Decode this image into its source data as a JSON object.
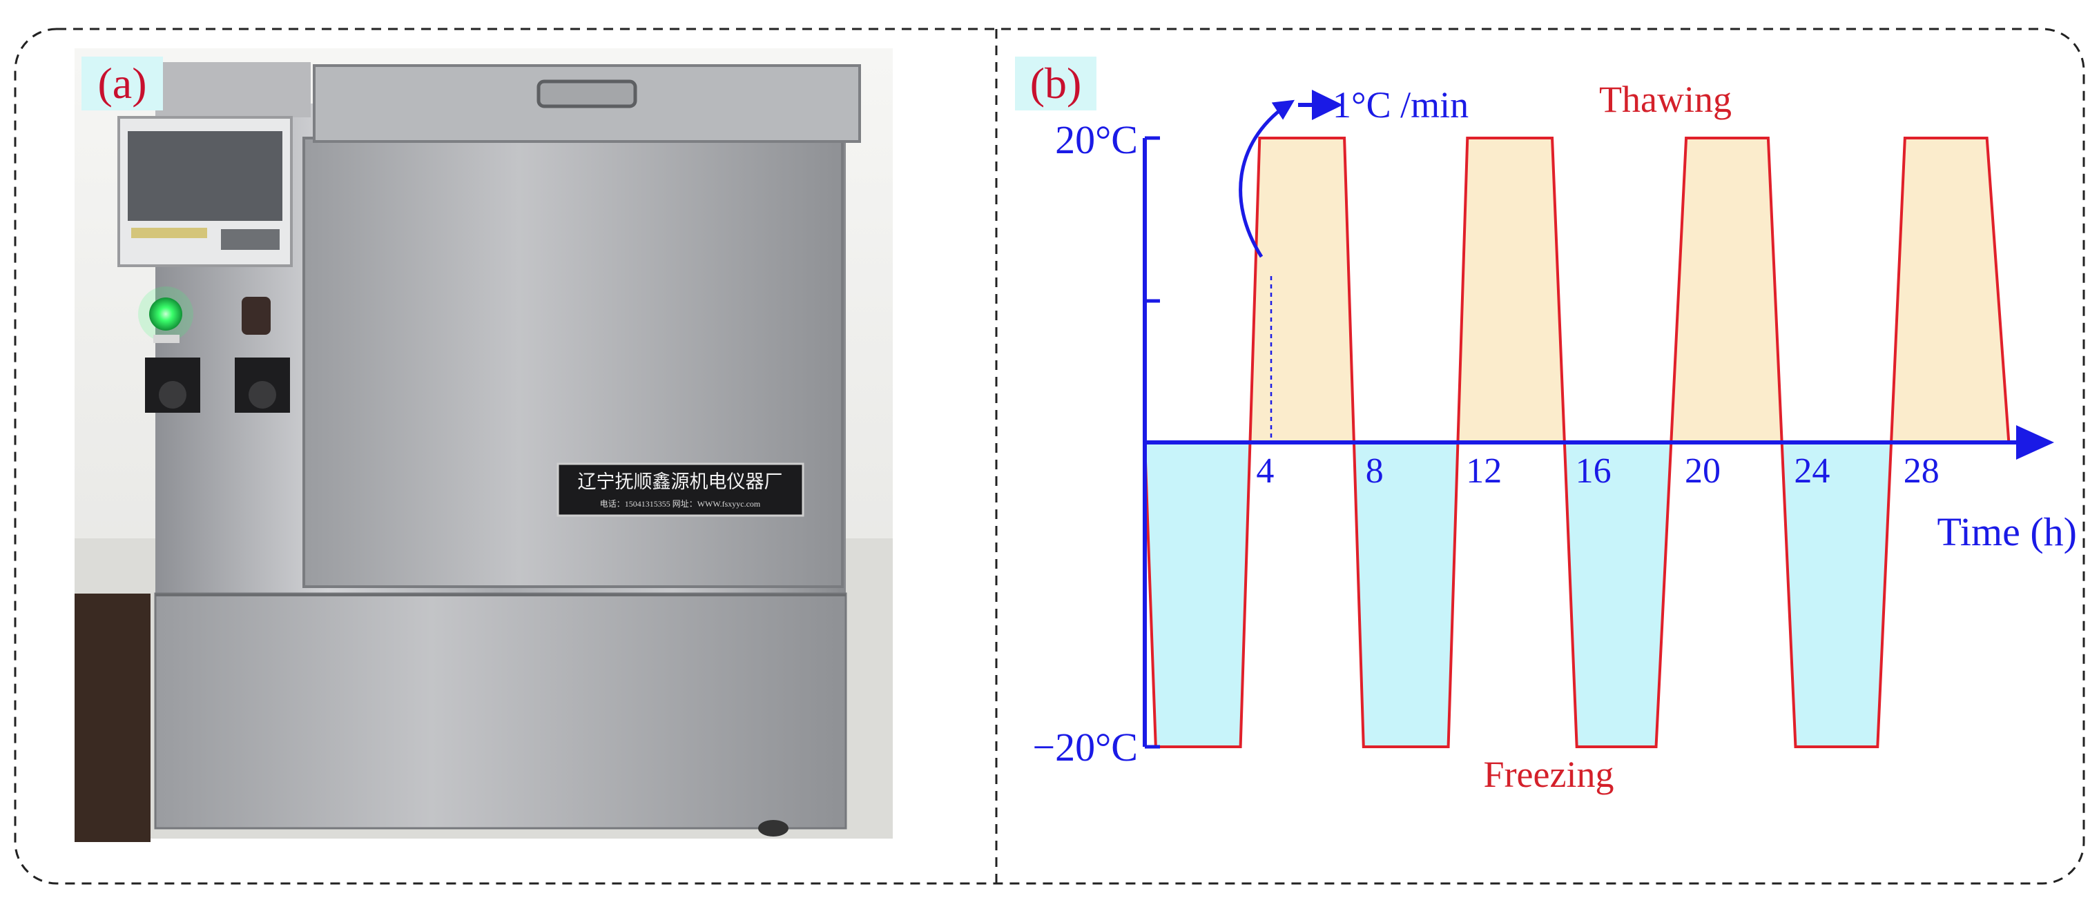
{
  "panel_a": {
    "label": "(a)",
    "plate": {
      "title": "辽宁抚顺鑫源机电仪器厂",
      "contact": "电话：15041315355   网址：WWW.fsxyyc.com"
    }
  },
  "panel_b": {
    "label": "(b)",
    "rate_annotation": "1°C /min",
    "thawing_label": "Thawing",
    "freezing_label": "Freezing",
    "y_top_label": "20°C",
    "y_bottom_label": "−20°C",
    "x_axis_label": "Time (h)"
  },
  "chart_data": {
    "type": "line",
    "title": "",
    "xlabel": "Time (h)",
    "ylabel": "",
    "x_ticks": [
      4,
      8,
      12,
      16,
      20,
      24,
      28
    ],
    "y_ticks": [
      "20°C",
      "−20°C"
    ],
    "xlim": [
      0,
      34
    ],
    "ylim": [
      -20,
      20
    ],
    "series": [
      {
        "name": "",
        "x": [
          0,
          0.4,
          3.5,
          4.2,
          7.3,
          8.0,
          11.1,
          11.8,
          14.9,
          15.8,
          18.7,
          19.8,
          22.8,
          23.8,
          26.8,
          27.8,
          30.8,
          31.6
        ],
        "y": [
          0,
          -20,
          -20,
          20,
          20,
          -20,
          -20,
          20,
          20,
          -20,
          -20,
          20,
          20,
          -20,
          -20,
          20,
          20,
          0
        ]
      }
    ],
    "colors": {
      "cycle_line": "#e0202a",
      "axis": "#1a1ae6",
      "thaw_fill": "#fbeccc",
      "freeze_fill": "#c8f4fa"
    }
  }
}
